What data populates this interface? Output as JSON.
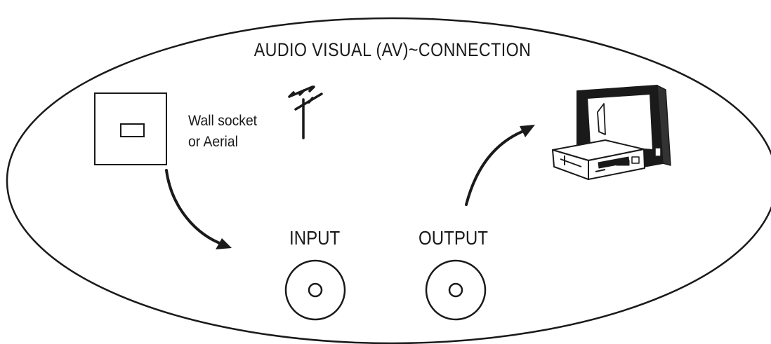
{
  "title": "AUDIO VISUAL (AV)~CONNECTION",
  "wall_socket": {
    "line1": "Wall socket",
    "line2": "or Aerial"
  },
  "ports": {
    "input_label": "INPUT",
    "output_label": "OUTPUT"
  },
  "icons": [
    "wall-socket-icon",
    "aerial-antenna-icon",
    "tv-vcr-icon",
    "arrow-to-input-icon",
    "arrow-to-tv-icon",
    "input-port-icon",
    "output-port-icon"
  ],
  "colors": {
    "line": "#1a1a1a",
    "background": "#ffffff"
  }
}
